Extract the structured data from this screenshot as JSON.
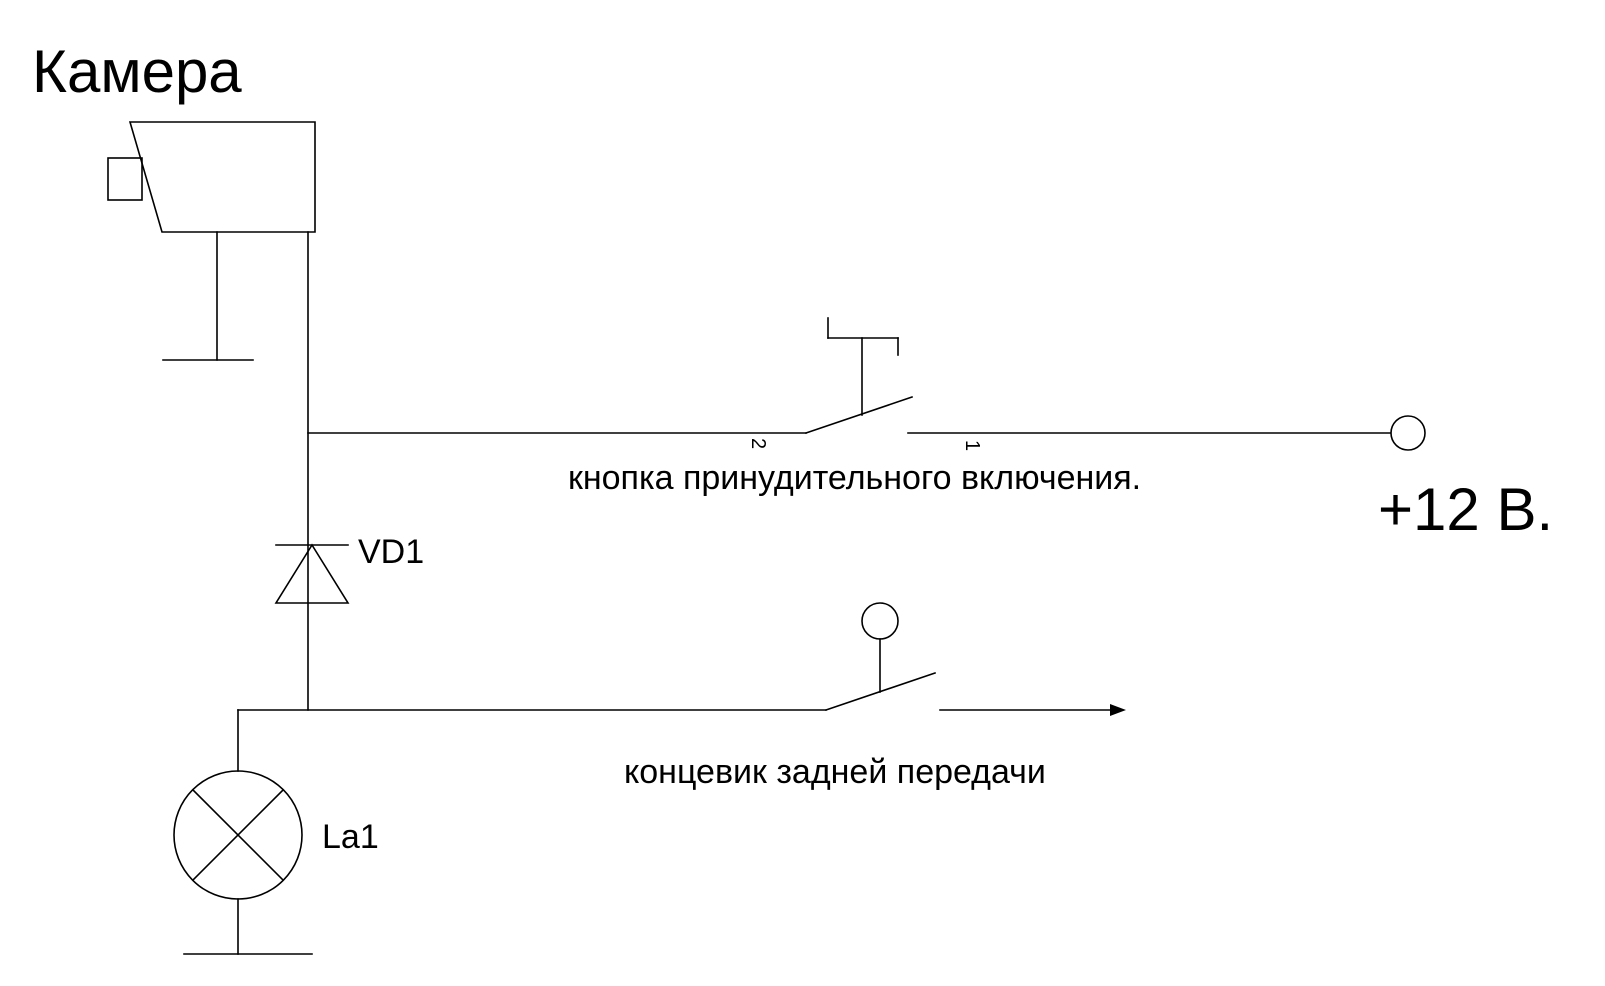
{
  "title": "Камера",
  "labels": {
    "diode": "VD1",
    "lamp": "La1",
    "supply": "+12 В.",
    "button": "кнопка принудительного включения.",
    "limit_switch": "концевик задней передачи"
  },
  "pins": {
    "button_pin2": "2",
    "button_pin1": "1"
  },
  "colors": {
    "line": "#000000",
    "background": "#ffffff"
  }
}
